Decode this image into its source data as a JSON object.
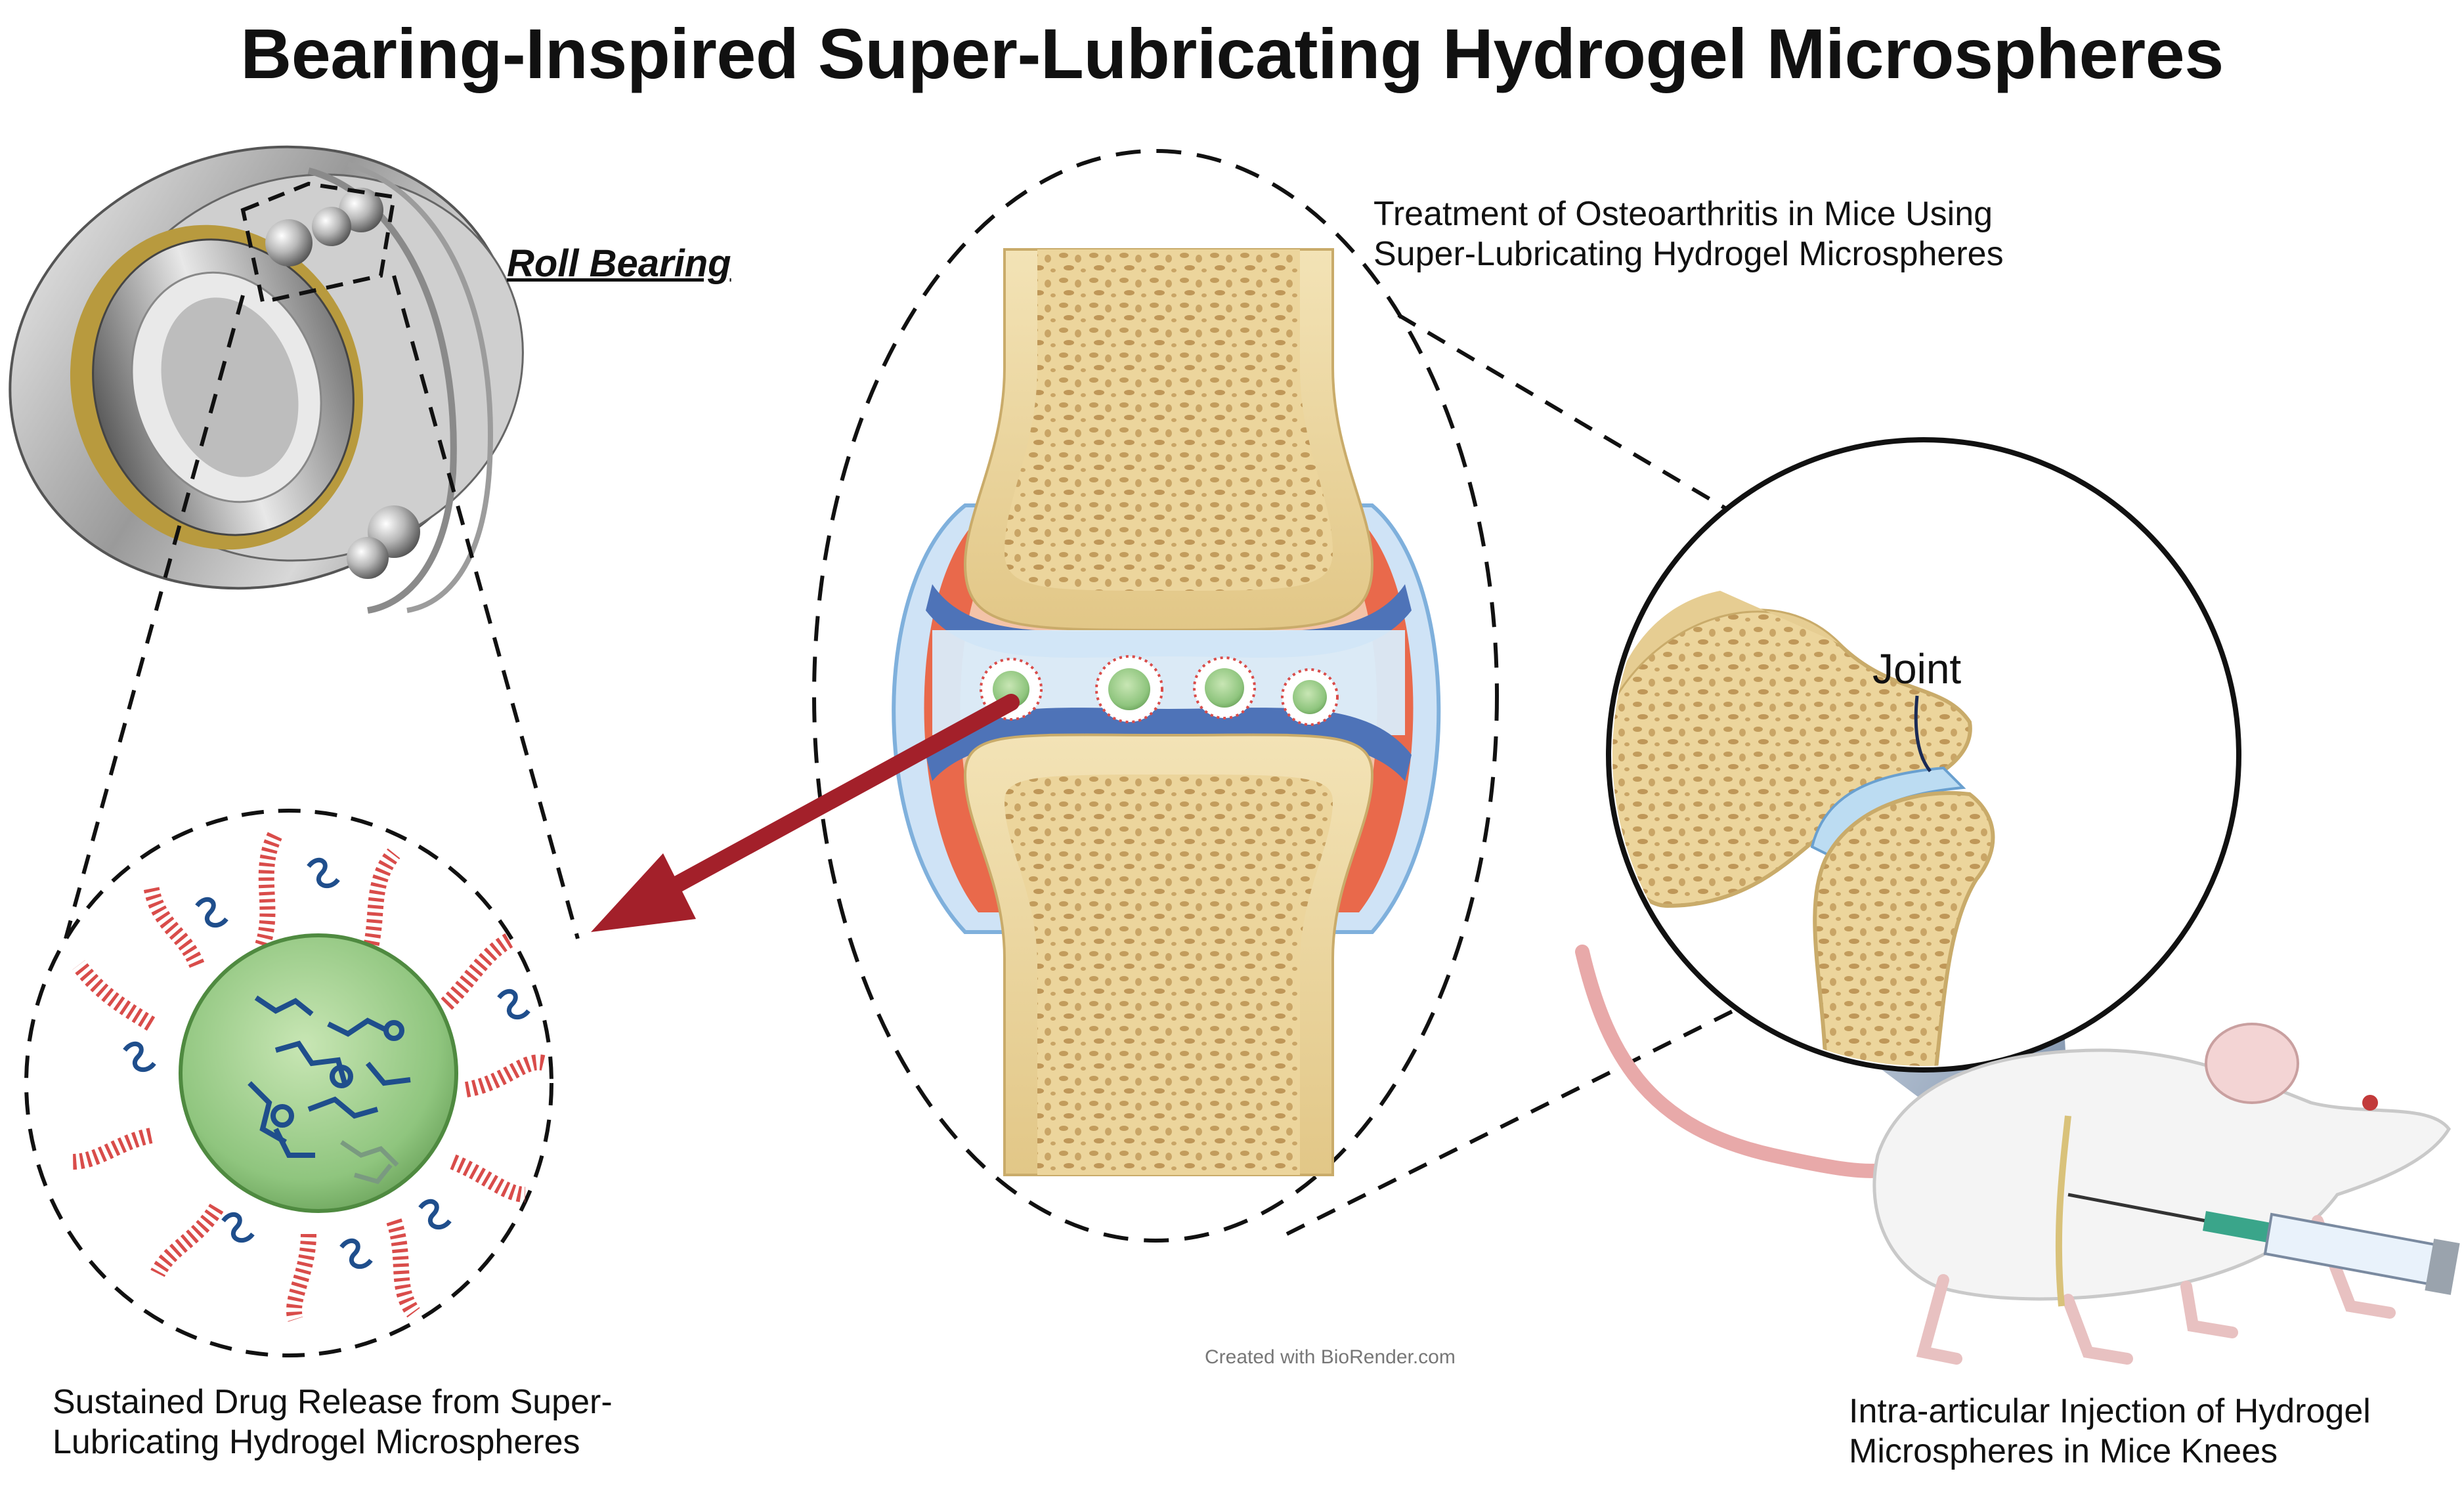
{
  "title": "Bearing-Inspired Super-Lubricating Hydrogel Microspheres",
  "labels": {
    "roll_bearing": "Roll Bearing",
    "joint": "Joint",
    "credit": "Created with BioRender.com"
  },
  "captions": {
    "treatment": {
      "line1": "Treatment of Osteoarthritis in Mice Using",
      "line2": "Super-Lubricating Hydrogel Microspheres"
    },
    "drug_release": {
      "line1": "Sustained Drug Release from Super-",
      "line2": "Lubricating Hydrogel Microspheres"
    },
    "injection": {
      "line1": "Intra-articular Injection of Hydrogel",
      "line2": "Microspheres in Mice Knees"
    }
  },
  "colors": {
    "bone": "#e6cd92",
    "bone_pore": "#b8955a",
    "cartilage": "#bcdcf2",
    "synovium": "#e9694b",
    "microsphere": "#8fc57e",
    "arrow": "#a3202a",
    "polymer_brush": "#d94c4a",
    "drug": "#1f4e8c"
  },
  "icons": [
    "roll-bearing-illustration",
    "knee-joint-illustration",
    "mouse-illustration",
    "syringe-icon",
    "microsphere-icon"
  ]
}
